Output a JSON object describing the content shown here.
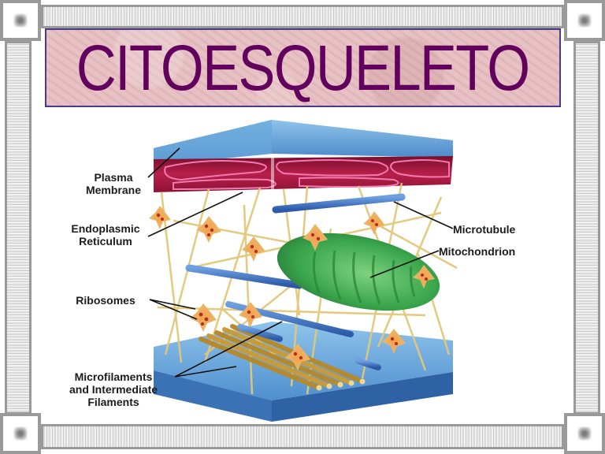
{
  "slide": {
    "title": "CITOESQUELETO",
    "title_color": "#62005e",
    "title_box_bg": "#e7c1c3",
    "title_box_border": "#4a3a8a"
  },
  "frame": {
    "strip_color": "#d9d9d9",
    "border_color": "#9a9a9a",
    "corners": [
      "top-left",
      "top-right",
      "bottom-left",
      "bottom-right"
    ]
  },
  "diagram": {
    "labels": {
      "plasma_membrane": [
        "Plasma",
        "Membrane"
      ],
      "endoplasmic_reticulum": [
        "Endoplasmic",
        "Reticulum"
      ],
      "ribosomes": "Ribosomes",
      "microfilaments": [
        "Microfilaments",
        "and Intermediate",
        "Filaments"
      ],
      "microtubule": "Microtubule",
      "mitochondrion": "Mitochondrion"
    },
    "colors": {
      "membrane_blue": "#5b9bd5",
      "er_red": "#a3163d",
      "microtubule_blue": "#3a6fc0",
      "mitochondrion_green": "#3fae4f",
      "filament_yellow": "#e3c77a",
      "ribosome_orange": "#e8a83a"
    }
  }
}
